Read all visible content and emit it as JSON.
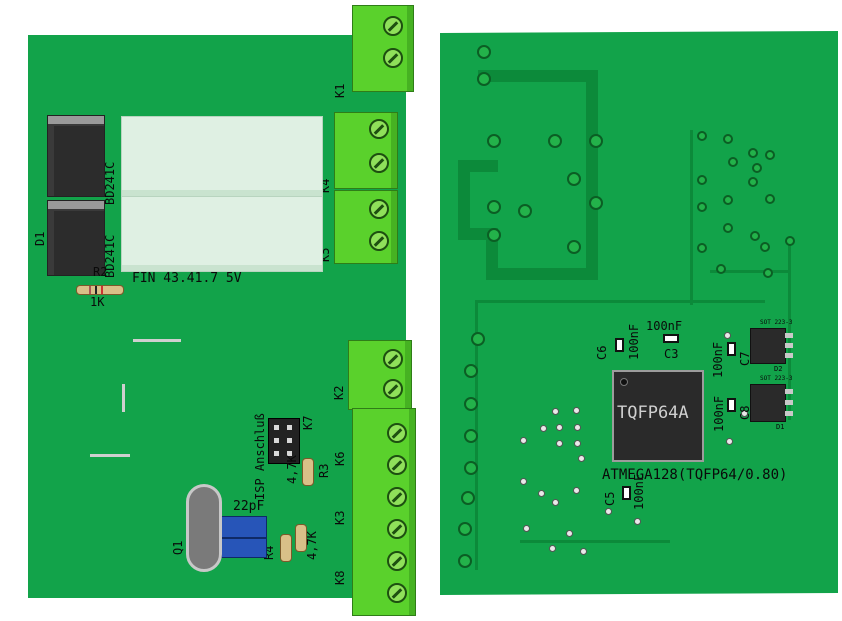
{
  "left_board": {
    "terminals": [
      "K1",
      "K4",
      "K5",
      "K2",
      "K6",
      "K3",
      "K8"
    ],
    "relay_label": "FIN 43.41.7 5V",
    "transistor_labels": [
      "BD241C",
      "BD241C"
    ],
    "d_label": "D1",
    "r_label": "R2",
    "resistor_value": "1K",
    "isp_label": "ISP Anschluß",
    "k7_label": "K7",
    "r3_label": "R3",
    "r4_label": "R4",
    "r_values": [
      "4,7K",
      "4,7K"
    ],
    "cap_value": "22pF",
    "crystal_label": "Q1"
  },
  "right_board": {
    "chip_name": "TQFP64A",
    "chip_part": "ATMEGA128(TQFP64/0.80)",
    "caps": [
      {
        "ref": "C6",
        "value": "100nF"
      },
      {
        "ref": "C3",
        "value": "100nF"
      },
      {
        "ref": "C7",
        "value": "100nF"
      },
      {
        "ref": "C8",
        "value": "100nF"
      },
      {
        "ref": "C5",
        "value": "100nF"
      }
    ],
    "sot_labels": [
      "D2",
      "D1"
    ],
    "sot_tags": [
      "SOT 223-3",
      "SOT 223-3"
    ]
  }
}
